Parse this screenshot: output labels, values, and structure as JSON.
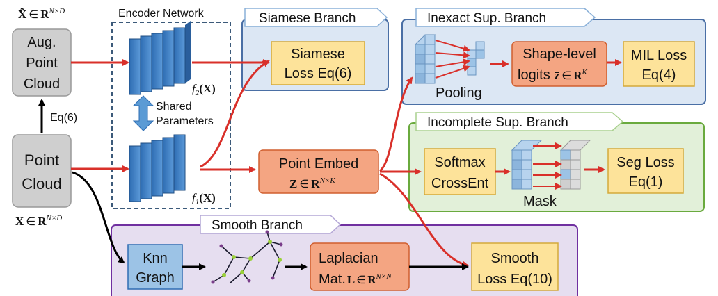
{
  "aug_cloud": {
    "line1": "Aug.",
    "line2": "Point",
    "line3": "Cloud",
    "formula_x": "X̃",
    "formula_in": "∈",
    "formula_r": "R",
    "formula_sup": "N×D"
  },
  "point_cloud": {
    "line1": "Point",
    "line2": "Cloud",
    "formula_x": "X",
    "formula_in": "∈",
    "formula_r": "R",
    "formula_sup": "N×D"
  },
  "eq6_label": "Eq(6)",
  "encoder": {
    "title": "Encoder Network",
    "shared_line1": "Shared",
    "shared_line2": "Parameters",
    "f2": "f",
    "f2_sub": "2",
    "f2_arg": "(X)",
    "f1": "f",
    "f1_sub": "1",
    "f1_arg": "(X)"
  },
  "siamese": {
    "title": "Siamese Branch",
    "loss_line1": "Siamese",
    "loss_line2": "Loss Eq(6)"
  },
  "inexact": {
    "title": "Inexact Sup. Branch",
    "pooling": "Pooling",
    "logits_line1": "Shape-level",
    "logits_line2": "logits",
    "logits_z": "z̄",
    "logits_in": "∈",
    "logits_r": "R",
    "logits_sup": "K",
    "mil_line1": "MIL Loss",
    "mil_line2": "Eq(4)"
  },
  "incomplete": {
    "title": "Incomplete Sup. Branch",
    "softmax_line1": "Softmax",
    "softmax_line2": "CrossEnt",
    "mask": "Mask",
    "seg_line1": "Seg Loss",
    "seg_line2": "Eq(1)"
  },
  "embed": {
    "line1": "Point Embed",
    "z": "Z",
    "in": "∈",
    "r": "R",
    "sup": "N×K"
  },
  "smooth": {
    "title": "Smooth Branch",
    "knn_line1": "Knn",
    "knn_line2": "Graph",
    "lap_line1": "Laplacian",
    "lap_line2": "Mat.",
    "lap_l": "L",
    "lap_in": "∈",
    "lap_r": "R",
    "lap_sup": "N×N",
    "loss_line1": "Smooth",
    "loss_line2": "Loss Eq(10)"
  },
  "colors": {
    "arrow_red": "#d9302a",
    "orange": "#f4a582",
    "yellow": "#fde39a",
    "blue_block": "#3b7ec7",
    "light_blue_box": "#9cc3e6",
    "gray_box": "#cfcfcf"
  }
}
